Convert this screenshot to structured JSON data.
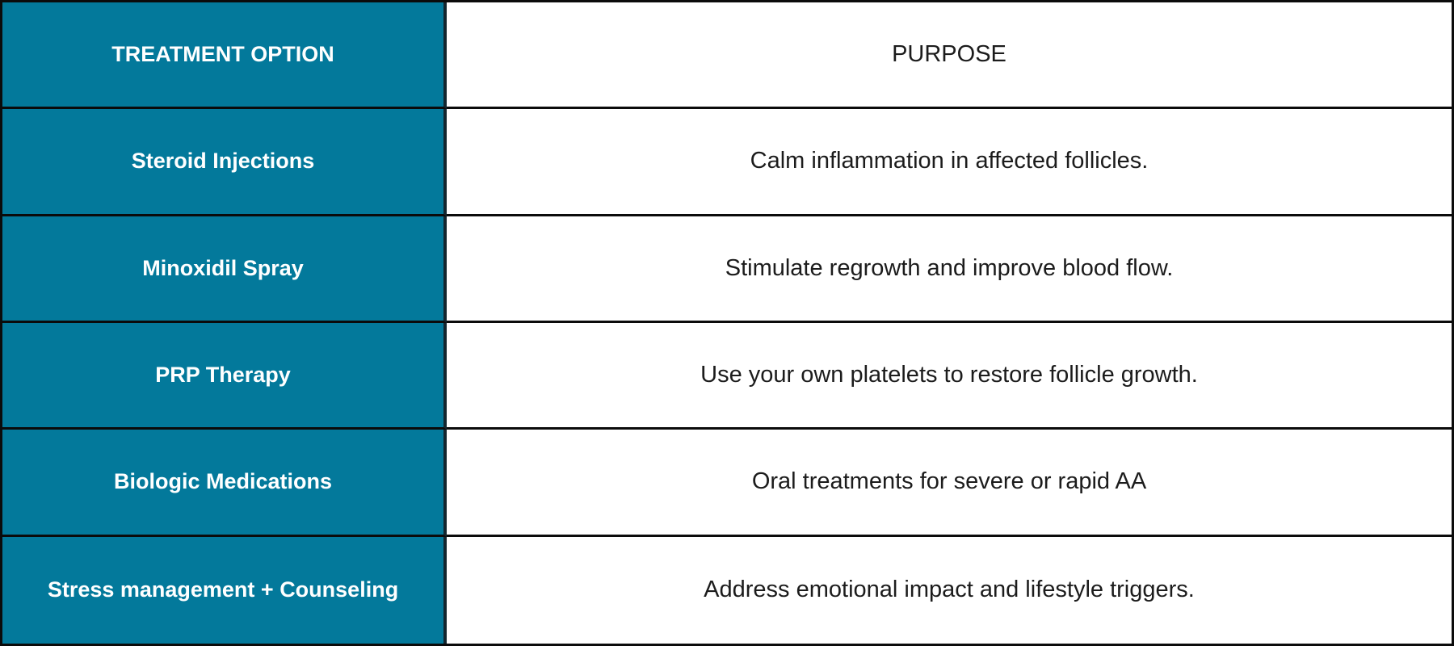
{
  "table": {
    "columns": [
      "TREATMENT OPTION",
      "PURPOSE"
    ],
    "rows": [
      {
        "option": "Steroid Injections",
        "purpose": "Calm inflammation in affected follicles."
      },
      {
        "option": "Minoxidil Spray",
        "purpose": "Stimulate regrowth and improve blood flow."
      },
      {
        "option": "PRP Therapy",
        "purpose": "Use your own platelets to restore follicle growth."
      },
      {
        "option": "Biologic Medications",
        "purpose": "Oral treatments for severe or rapid AA"
      },
      {
        "option": "Stress management + Counseling",
        "purpose": "Address emotional impact and lifestyle triggers."
      }
    ]
  },
  "colors": {
    "accent_teal": "#03799b",
    "border": "#0b0b0b",
    "header_text_left": "#ffffff",
    "header_text_right": "#000000",
    "body_text": "#1c1c1c"
  }
}
